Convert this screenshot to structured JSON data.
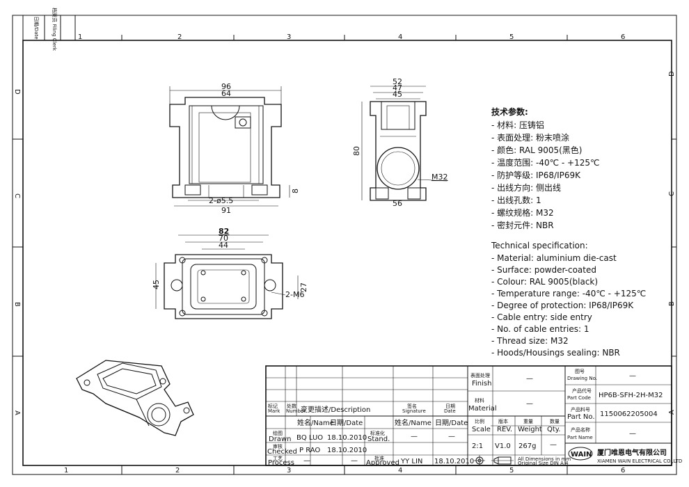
{
  "frame": {
    "zone_cols": [
      "1",
      "2",
      "3",
      "4",
      "5",
      "6"
    ],
    "zone_rows": [
      "D",
      "C",
      "B",
      "A"
    ],
    "corner_date": "日期/Date",
    "corner_filing": "档案员 Filing Clerk"
  },
  "dims": {
    "front": {
      "w96": "96",
      "w64": "64",
      "w91": "91",
      "holes": "2-ø5.5",
      "h8": "8"
    },
    "side": {
      "w52": "52",
      "w47": "47",
      "w45": "45",
      "w56": "56",
      "h80": "80",
      "thread": "M32"
    },
    "top": {
      "w82": "82",
      "w70": "70",
      "w44": "44",
      "h45": "45",
      "h27": "27",
      "screws": "2-M6"
    }
  },
  "spec_cn": {
    "title": "技术参数:",
    "lines": [
      "- 材料: 压铸铝",
      "- 表面处理: 粉末喷涂",
      "- 颜色: RAL 9005(黑色)",
      "- 温度范围: -40℃ - +125℃",
      "- 防护等级: IP68/IP69K",
      "- 出线方向: 侧出线",
      "- 出线孔数: 1",
      "- 螺纹规格: M32",
      "- 密封元件: NBR"
    ]
  },
  "spec_en": {
    "title": "Technical specification:",
    "lines": [
      "- Material: aluminium die-cast",
      "- Surface: powder-coated",
      "- Colour: RAL 9005(black)",
      "- Temperature range: -40℃ - +125℃",
      "- Degree of protection: IP68/IP69K",
      "- Cable entry: side entry",
      "- No. of cable entries: 1",
      "- Thread size: M32",
      "- Hoods/Housings sealing: NBR"
    ]
  },
  "title_block": {
    "mark_cn": "标记",
    "mark_en": "Mark",
    "number_cn": "处数",
    "number_en": "Number",
    "desc": "变更描述/Description",
    "sig_cn": "签名",
    "sig_en": "Signature",
    "date_cn": "日期",
    "date_en": "Date",
    "name_col": "姓名/Name",
    "date_col": "日期/Date",
    "stand_cn": "标准化",
    "stand_en": "Stand.",
    "name_col2": "姓名/Name",
    "date_col2": "日期/Date",
    "drawn_cn": "绘图",
    "drawn_en": "Drawn",
    "drawn_name": "BQ LUO",
    "drawn_date": "18.10.2010",
    "checked_cn": "审核",
    "checked_en": "Checked",
    "checked_name": "P RAO",
    "checked_date": "18.10.2010",
    "process_cn": "工艺",
    "process_en": "Process",
    "approved_cn": "批准",
    "approved_en": "Approved",
    "approved_name": "YY LIN",
    "approved_date": "18.10.2010",
    "dash": "—",
    "finish_cn": "表面处理",
    "finish_en": "Finish",
    "finish_val": "—",
    "material_cn": "材料",
    "material_en": "Material",
    "material_val": "—",
    "scale_cn": "比例",
    "scale_en": "Scale",
    "scale_val": "2:1",
    "rev_cn": "版本",
    "rev_en": "REV.",
    "rev_val": "V1.0",
    "weight_cn": "重量",
    "weight_en": "Weight",
    "weight_val": "267g",
    "qty_cn": "数量",
    "qty_en": "Qty.",
    "qty_val": "—",
    "dims_note_1": "All Dimensions in mm",
    "dims_note_2": "Original Size DIN A 4",
    "drawing_no_cn": "图号",
    "drawing_no_en": "Drawing No.",
    "drawing_no_val": "—",
    "part_code_cn": "产品代号",
    "part_code_en": "Part Code",
    "part_code_val": "HP6B-SFH-2H-M32",
    "part_no_cn": "产品料号",
    "part_no_en": "Part No.",
    "part_no_val": "1150062205004",
    "part_name_cn": "产品名称",
    "part_name_en": "Part Name",
    "part_name_val": "—",
    "logo": "WAIN",
    "company_cn": "厦门唯恩电气有限公司",
    "company_en": "XIAMEN WAIN ELECTRICAL CO.,LTD"
  }
}
